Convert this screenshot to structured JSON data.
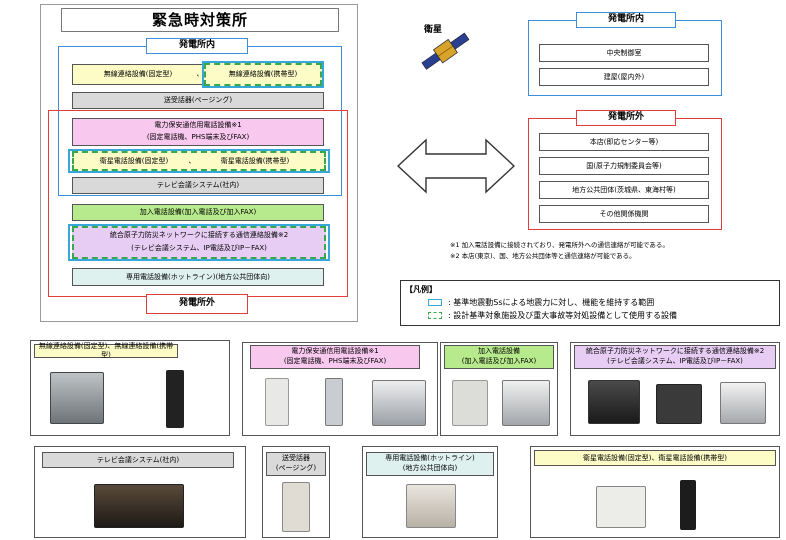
{
  "hq": {
    "title": "緊急時対策所",
    "inner_label": "発電所内",
    "outer_label": "発電所外"
  },
  "hq_items": {
    "wireless_fixed": "無線連絡設備(固定型)",
    "sep1": "、",
    "wireless_portable": "無線連絡設備(携帯型)",
    "paging": "送受話器(ページング)",
    "power_security_1": "電力保安通信用電話設備※1",
    "power_security_2": "(固定電話機、PHS端末及びFAX)",
    "sat_fixed": "衛星電話設備(固定型)",
    "sep2": "、",
    "sat_portable": "衛星電話設備(携帯型)",
    "tv_conf": "テレビ会議システム(社内)",
    "subscriber": "加入電話設備(加入電話及び加入FAX)",
    "integrated_1": "統合原子力防災ネットワークに接続する通信連絡設備※2",
    "integrated_2": "(テレビ会議システム、IP電話及びIP－FAX)",
    "hotline": "専用電話設備(ホットライン)(地方公共団体向)"
  },
  "satellite_label": "衛星",
  "right_inner": {
    "label": "発電所内",
    "items": [
      "中央制御室",
      "建屋(屋内外)"
    ]
  },
  "right_outer": {
    "label": "発電所外",
    "items": [
      "本店(即応センター等)",
      "国(原子力規制委員会等)",
      "地方公共団体(茨城県、東海村等)",
      "その他関係機関"
    ]
  },
  "notes": [
    "※1  加入電話設備に接続されており、発電所外への通信連絡が可能である。",
    "※2  本店(東京)、国、地方公共団体等と通信連絡が可能である。"
  ],
  "legend": {
    "title": "【凡例】",
    "items": [
      ": 基準地震動Ssによる地震力に対し、機能を維持する範囲",
      ": 設計基準対象施設及び重大事故等対処設備として使用する設備"
    ]
  },
  "photo_panels": [
    "無線連絡設備(固定型)、無線連絡設備(携帯型)",
    "電力保安通信用電話設備※1",
    "(固定電話機、PHS端末及びFAX)",
    "加入電話設備",
    "(加入電話及び加入FAX)",
    "統合原子力防災ネットワークに接続する通信連絡設備※2",
    "(テレビ会議システム、IP電話及びIP－FAX)",
    "テレビ会議システム(社内)",
    "送受話器",
    "(ページング)",
    "専用電話設備(ホットライン)",
    "(地方公共団体向)",
    "衛星電話設備(固定型)、衛星電話設備(携帯型)"
  ],
  "colors": {
    "inner_blue": "#3a8fd8",
    "outer_red": "#e23c3c",
    "dashed_green": "#39a84a",
    "cyan_frame": "#37a6d8"
  }
}
